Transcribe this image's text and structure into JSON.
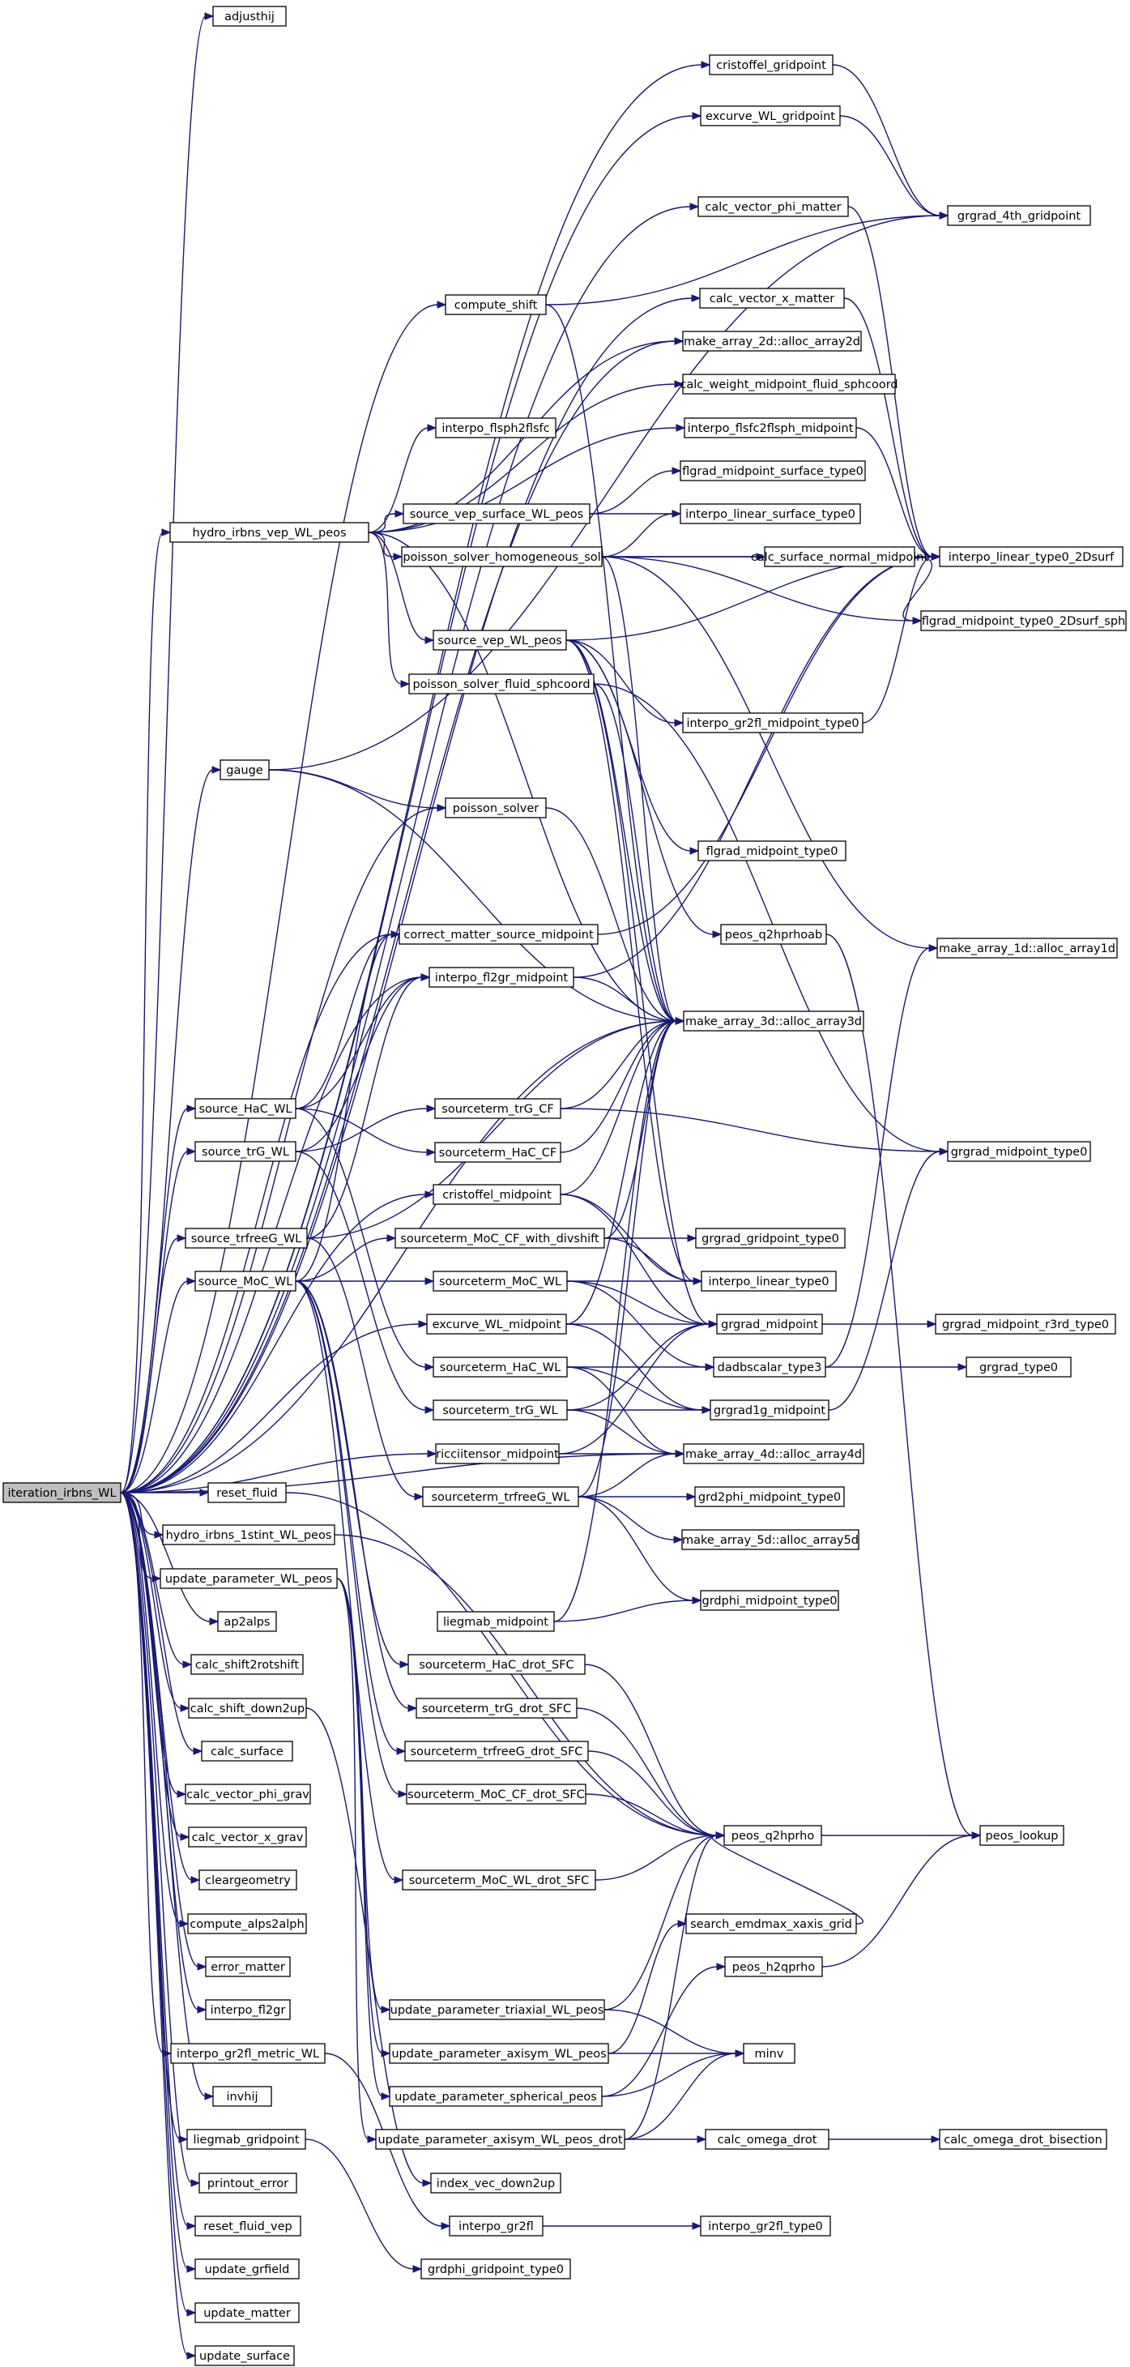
{
  "root": "iteration_irbns_WL",
  "colors": {
    "edge": "#191970",
    "root_fill": "#bfbfbf",
    "node_fill": "#ffffff",
    "node_border": "#000000"
  },
  "nodes": [
    {
      "id": "n00",
      "label": "iteration_irbns_WL"
    },
    {
      "id": "n01",
      "label": "adjusthij"
    },
    {
      "id": "n02",
      "label": "cristoffel_gridpoint"
    },
    {
      "id": "n03",
      "label": "excurve_WL_gridpoint"
    },
    {
      "id": "n04",
      "label": "calc_vector_phi_matter"
    },
    {
      "id": "n05",
      "label": "grgrad_4th_gridpoint"
    },
    {
      "id": "n06",
      "label": "compute_shift"
    },
    {
      "id": "n07",
      "label": "calc_vector_x_matter"
    },
    {
      "id": "n08",
      "label": "make_array_2d::alloc_array2d"
    },
    {
      "id": "n09",
      "label": "calc_weight_midpoint_fluid_sphcoord"
    },
    {
      "id": "n10",
      "label": "interpo_flsph2flsfc"
    },
    {
      "id": "n11",
      "label": "interpo_flsfc2flsph_midpoint"
    },
    {
      "id": "n12",
      "label": "flgrad_midpoint_surface_type0"
    },
    {
      "id": "n13",
      "label": "hydro_irbns_vep_WL_peos"
    },
    {
      "id": "n14",
      "label": "source_vep_surface_WL_peos"
    },
    {
      "id": "n15",
      "label": "interpo_linear_surface_type0"
    },
    {
      "id": "n16",
      "label": "poisson_solver_homogeneous_sol"
    },
    {
      "id": "n17",
      "label": "calc_surface_normal_midpoint"
    },
    {
      "id": "n18",
      "label": "interpo_linear_type0_2Dsurf"
    },
    {
      "id": "n19",
      "label": "flgrad_midpoint_type0_2Dsurf_sph"
    },
    {
      "id": "n20",
      "label": "source_vep_WL_peos"
    },
    {
      "id": "n21",
      "label": "poisson_solver_fluid_sphcoord"
    },
    {
      "id": "n22",
      "label": "interpo_gr2fl_midpoint_type0"
    },
    {
      "id": "n23",
      "label": "gauge"
    },
    {
      "id": "n24",
      "label": "poisson_solver"
    },
    {
      "id": "n25",
      "label": "flgrad_midpoint_type0"
    },
    {
      "id": "n26",
      "label": "correct_matter_source_midpoint"
    },
    {
      "id": "n27",
      "label": "peos_q2hprhoab"
    },
    {
      "id": "n28",
      "label": "make_array_1d::alloc_array1d"
    },
    {
      "id": "n29",
      "label": "interpo_fl2gr_midpoint"
    },
    {
      "id": "n30",
      "label": "make_array_3d::alloc_array3d"
    },
    {
      "id": "n31",
      "label": "source_HaC_WL"
    },
    {
      "id": "n32",
      "label": "sourceterm_trG_CF"
    },
    {
      "id": "n33",
      "label": "source_trG_WL"
    },
    {
      "id": "n34",
      "label": "sourceterm_HaC_CF"
    },
    {
      "id": "n35",
      "label": "grgrad_midpoint_type0"
    },
    {
      "id": "n36",
      "label": "cristoffel_midpoint"
    },
    {
      "id": "n37",
      "label": "source_trfreeG_WL"
    },
    {
      "id": "n38",
      "label": "sourceterm_MoC_CF_with_divshift"
    },
    {
      "id": "n39",
      "label": "grgrad_gridpoint_type0"
    },
    {
      "id": "n40",
      "label": "source_MoC_WL"
    },
    {
      "id": "n41",
      "label": "sourceterm_MoC_WL"
    },
    {
      "id": "n42",
      "label": "interpo_linear_type0"
    },
    {
      "id": "n43",
      "label": "excurve_WL_midpoint"
    },
    {
      "id": "n44",
      "label": "grgrad_midpoint"
    },
    {
      "id": "n45",
      "label": "grgrad_midpoint_r3rd_type0"
    },
    {
      "id": "n46",
      "label": "sourceterm_HaC_WL"
    },
    {
      "id": "n47",
      "label": "dadbscalar_type3"
    },
    {
      "id": "n48",
      "label": "grgrad_type0"
    },
    {
      "id": "n49",
      "label": "sourceterm_trG_WL"
    },
    {
      "id": "n50",
      "label": "grgrad1g_midpoint"
    },
    {
      "id": "n51",
      "label": "ricciitensor_midpoint"
    },
    {
      "id": "n52",
      "label": "make_array_4d::alloc_array4d"
    },
    {
      "id": "n53",
      "label": "reset_fluid"
    },
    {
      "id": "n54",
      "label": "sourceterm_trfreeG_WL"
    },
    {
      "id": "n55",
      "label": "grd2phi_midpoint_type0"
    },
    {
      "id": "n56",
      "label": "hydro_irbns_1stint_WL_peos"
    },
    {
      "id": "n57",
      "label": "make_array_5d::alloc_array5d"
    },
    {
      "id": "n58",
      "label": "update_parameter_WL_peos"
    },
    {
      "id": "n59",
      "label": "ap2alps"
    },
    {
      "id": "n60",
      "label": "liegmab_midpoint"
    },
    {
      "id": "n61",
      "label": "grdphi_midpoint_type0"
    },
    {
      "id": "n62",
      "label": "calc_shift2rotshift"
    },
    {
      "id": "n63",
      "label": "sourceterm_HaC_drot_SFC"
    },
    {
      "id": "n64",
      "label": "calc_shift_down2up"
    },
    {
      "id": "n65",
      "label": "sourceterm_trG_drot_SFC"
    },
    {
      "id": "n66",
      "label": "calc_surface"
    },
    {
      "id": "n67",
      "label": "sourceterm_trfreeG_drot_SFC"
    },
    {
      "id": "n68",
      "label": "calc_vector_phi_grav"
    },
    {
      "id": "n69",
      "label": "sourceterm_MoC_CF_drot_SFC"
    },
    {
      "id": "n70",
      "label": "peos_q2hprho"
    },
    {
      "id": "n71",
      "label": "peos_lookup"
    },
    {
      "id": "n72",
      "label": "calc_vector_x_grav"
    },
    {
      "id": "n73",
      "label": "cleargeometry"
    },
    {
      "id": "n74",
      "label": "sourceterm_MoC_WL_drot_SFC"
    },
    {
      "id": "n75",
      "label": "compute_alps2alph"
    },
    {
      "id": "n76",
      "label": "search_emdmax_xaxis_grid"
    },
    {
      "id": "n77",
      "label": "error_matter"
    },
    {
      "id": "n78",
      "label": "peos_h2qprho"
    },
    {
      "id": "n79",
      "label": "interpo_fl2gr"
    },
    {
      "id": "n80",
      "label": "update_parameter_triaxial_WL_peos"
    },
    {
      "id": "n81",
      "label": "interpo_gr2fl_metric_WL"
    },
    {
      "id": "n82",
      "label": "update_parameter_axisym_WL_peos"
    },
    {
      "id": "n83",
      "label": "minv"
    },
    {
      "id": "n84",
      "label": "invhij"
    },
    {
      "id": "n85",
      "label": "update_parameter_spherical_peos"
    },
    {
      "id": "n86",
      "label": "liegmab_gridpoint"
    },
    {
      "id": "n87",
      "label": "update_parameter_axisym_WL_peos_drot"
    },
    {
      "id": "n88",
      "label": "calc_omega_drot"
    },
    {
      "id": "n89",
      "label": "calc_omega_drot_bisection"
    },
    {
      "id": "n90",
      "label": "printout_error"
    },
    {
      "id": "n91",
      "label": "index_vec_down2up"
    },
    {
      "id": "n92",
      "label": "reset_fluid_vep"
    },
    {
      "id": "n93",
      "label": "interpo_gr2fl"
    },
    {
      "id": "n94",
      "label": "interpo_gr2fl_type0"
    },
    {
      "id": "n95",
      "label": "update_grfield"
    },
    {
      "id": "n96",
      "label": "grdphi_gridpoint_type0"
    },
    {
      "id": "n97",
      "label": "update_matter"
    },
    {
      "id": "n98",
      "label": "update_surface"
    }
  ],
  "edges": [
    [
      "n00",
      "n01"
    ],
    [
      "n00",
      "n02"
    ],
    [
      "n00",
      "n03"
    ],
    [
      "n00",
      "n04"
    ],
    [
      "n00",
      "n07"
    ],
    [
      "n00",
      "n06"
    ],
    [
      "n00",
      "n08"
    ],
    [
      "n00",
      "n13"
    ],
    [
      "n00",
      "n23"
    ],
    [
      "n00",
      "n24"
    ],
    [
      "n00",
      "n26"
    ],
    [
      "n00",
      "n29"
    ],
    [
      "n00",
      "n30"
    ],
    [
      "n00",
      "n31"
    ],
    [
      "n00",
      "n33"
    ],
    [
      "n00",
      "n36"
    ],
    [
      "n00",
      "n37"
    ],
    [
      "n00",
      "n40"
    ],
    [
      "n00",
      "n43"
    ],
    [
      "n00",
      "n51"
    ],
    [
      "n00",
      "n52"
    ],
    [
      "n00",
      "n53"
    ],
    [
      "n00",
      "n56"
    ],
    [
      "n00",
      "n58"
    ],
    [
      "n00",
      "n59"
    ],
    [
      "n00",
      "n62"
    ],
    [
      "n00",
      "n64"
    ],
    [
      "n00",
      "n66"
    ],
    [
      "n00",
      "n68"
    ],
    [
      "n00",
      "n72"
    ],
    [
      "n00",
      "n73"
    ],
    [
      "n00",
      "n75"
    ],
    [
      "n00",
      "n77"
    ],
    [
      "n00",
      "n79"
    ],
    [
      "n00",
      "n81"
    ],
    [
      "n00",
      "n84"
    ],
    [
      "n00",
      "n86"
    ],
    [
      "n00",
      "n90"
    ],
    [
      "n00",
      "n92"
    ],
    [
      "n00",
      "n95"
    ],
    [
      "n00",
      "n97"
    ],
    [
      "n00",
      "n98"
    ],
    [
      "n02",
      "n05"
    ],
    [
      "n03",
      "n05"
    ],
    [
      "n04",
      "n18"
    ],
    [
      "n07",
      "n18"
    ],
    [
      "n06",
      "n05"
    ],
    [
      "n06",
      "n30"
    ],
    [
      "n11",
      "n18"
    ],
    [
      "n13",
      "n08"
    ],
    [
      "n13",
      "n09"
    ],
    [
      "n13",
      "n10"
    ],
    [
      "n13",
      "n11"
    ],
    [
      "n13",
      "n14"
    ],
    [
      "n13",
      "n16"
    ],
    [
      "n13",
      "n20"
    ],
    [
      "n13",
      "n21"
    ],
    [
      "n13",
      "n30"
    ],
    [
      "n14",
      "n12"
    ],
    [
      "n14",
      "n15"
    ],
    [
      "n16",
      "n15"
    ],
    [
      "n16",
      "n17"
    ],
    [
      "n16",
      "n18"
    ],
    [
      "n16",
      "n19"
    ],
    [
      "n16",
      "n30"
    ],
    [
      "n16",
      "n28"
    ],
    [
      "n17",
      "n18"
    ],
    [
      "n17",
      "n19"
    ],
    [
      "n20",
      "n22"
    ],
    [
      "n20",
      "n25"
    ],
    [
      "n20",
      "n27"
    ],
    [
      "n20",
      "n30"
    ],
    [
      "n20",
      "n42"
    ],
    [
      "n20",
      "n44"
    ],
    [
      "n20",
      "n18"
    ],
    [
      "n21",
      "n30"
    ],
    [
      "n21",
      "n35"
    ],
    [
      "n22",
      "n18"
    ],
    [
      "n23",
      "n05"
    ],
    [
      "n23",
      "n24"
    ],
    [
      "n23",
      "n30"
    ],
    [
      "n24",
      "n30"
    ],
    [
      "n26",
      "n18"
    ],
    [
      "n27",
      "n71"
    ],
    [
      "n29",
      "n30"
    ],
    [
      "n29",
      "n18"
    ],
    [
      "n31",
      "n26"
    ],
    [
      "n31",
      "n29"
    ],
    [
      "n31",
      "n34"
    ],
    [
      "n31",
      "n46"
    ],
    [
      "n33",
      "n29"
    ],
    [
      "n33",
      "n32"
    ],
    [
      "n33",
      "n49"
    ],
    [
      "n32",
      "n35"
    ],
    [
      "n32",
      "n30"
    ],
    [
      "n34",
      "n30"
    ],
    [
      "n36",
      "n42"
    ],
    [
      "n36",
      "n44"
    ],
    [
      "n36",
      "n30"
    ],
    [
      "n37",
      "n29"
    ],
    [
      "n37",
      "n54"
    ],
    [
      "n37",
      "n30"
    ],
    [
      "n40",
      "n26"
    ],
    [
      "n40",
      "n38"
    ],
    [
      "n40",
      "n41"
    ],
    [
      "n40",
      "n63"
    ],
    [
      "n40",
      "n65"
    ],
    [
      "n40",
      "n67"
    ],
    [
      "n40",
      "n69"
    ],
    [
      "n40",
      "n74"
    ],
    [
      "n38",
      "n39"
    ],
    [
      "n38",
      "n30"
    ],
    [
      "n38",
      "n42"
    ],
    [
      "n41",
      "n42"
    ],
    [
      "n41",
      "n44"
    ],
    [
      "n41",
      "n47"
    ],
    [
      "n43",
      "n44"
    ],
    [
      "n43",
      "n50"
    ],
    [
      "n43",
      "n30"
    ],
    [
      "n44",
      "n45"
    ],
    [
      "n46",
      "n47"
    ],
    [
      "n46",
      "n50"
    ],
    [
      "n46",
      "n52"
    ],
    [
      "n47",
      "n48"
    ],
    [
      "n47",
      "n28"
    ],
    [
      "n49",
      "n44"
    ],
    [
      "n49",
      "n50"
    ],
    [
      "n49",
      "n52"
    ],
    [
      "n50",
      "n35"
    ],
    [
      "n51",
      "n44"
    ],
    [
      "n51",
      "n52"
    ],
    [
      "n54",
      "n52"
    ],
    [
      "n54",
      "n55"
    ],
    [
      "n54",
      "n57"
    ],
    [
      "n54",
      "n61"
    ],
    [
      "n54",
      "n30"
    ],
    [
      "n56",
      "n70"
    ],
    [
      "n58",
      "n80"
    ],
    [
      "n58",
      "n82"
    ],
    [
      "n58",
      "n85"
    ],
    [
      "n58",
      "n87"
    ],
    [
      "n60",
      "n61"
    ],
    [
      "n60",
      "n30"
    ],
    [
      "n63",
      "n70"
    ],
    [
      "n65",
      "n70"
    ],
    [
      "n67",
      "n70"
    ],
    [
      "n69",
      "n70"
    ],
    [
      "n74",
      "n70"
    ],
    [
      "n70",
      "n71"
    ],
    [
      "n76",
      "n70"
    ],
    [
      "n78",
      "n71"
    ],
    [
      "n80",
      "n83"
    ],
    [
      "n80",
      "n70"
    ],
    [
      "n82",
      "n83"
    ],
    [
      "n82",
      "n76"
    ],
    [
      "n85",
      "n83"
    ],
    [
      "n85",
      "n78"
    ],
    [
      "n87",
      "n83"
    ],
    [
      "n87",
      "n88"
    ],
    [
      "n87",
      "n70"
    ],
    [
      "n88",
      "n89"
    ],
    [
      "n64",
      "n91"
    ],
    [
      "n81",
      "n93"
    ],
    [
      "n93",
      "n94"
    ],
    [
      "n86",
      "n96"
    ],
    [
      "n53",
      "n70"
    ]
  ]
}
